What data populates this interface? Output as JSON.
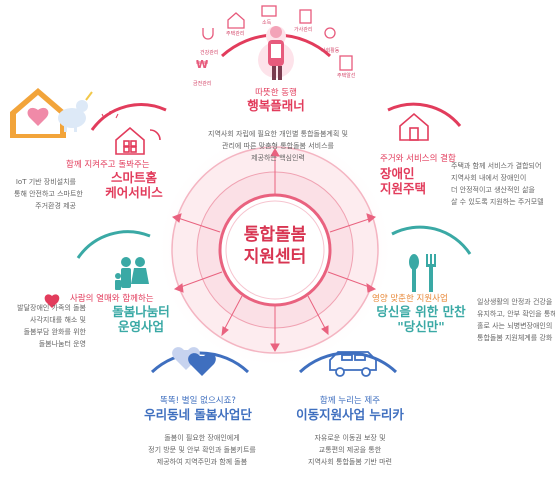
{
  "center": {
    "line1": "통합돌봄",
    "line2": "지원센터"
  },
  "sections": {
    "happiness": {
      "subtitle": "따뜻한 동행",
      "title": "행복플래너",
      "desc": [
        "지역사회 자립에 필요한 개인별 통합돌봄계획 및",
        "관리에 따른 맞춤형 통합돌봄 서비스를",
        "제공하는 핵심인력"
      ],
      "icon_labels": [
        "주택관리",
        "소득",
        "가사관리",
        "건강관리",
        "사회활동",
        "금전관리",
        "주택알선"
      ]
    },
    "smarthome": {
      "subtitle": "함께 지켜주고 돌봐주는",
      "title_line1": "스마트홈",
      "title_line2": "케어서비스",
      "desc": [
        "IoT 기반 장비설치를",
        "통해 안전하고 스마트한",
        "주거환경 제공"
      ]
    },
    "housing": {
      "subtitle": "주거와 서비스의 결합",
      "title_line1": "장애인",
      "title_line2": "지원주택",
      "desc": [
        "주택과 함께 서비스가 결합되어",
        "지역사회 내에서 장애인이",
        "더 안정적이고 생산적인 삶을",
        "살 수 있도록 지원하는 주거모델"
      ]
    },
    "farm": {
      "subtitle": "사람의 열매와 함께하는",
      "title_line1": "돌봄나눔터",
      "title_line2": "운영사업",
      "desc": [
        "발달장애인 가족의 돌봄",
        "사각지대를 해소 및",
        "돌봄부담 완화를 위한",
        "돌봄나눔터 운영"
      ]
    },
    "dangsin": {
      "subtitle": "영양 맞춘한 지원사업",
      "title_line1": "당신을 위한 만찬",
      "title_line2": "\"당신만\"",
      "desc": [
        "일상생활의 안정과 건강을",
        "유지하고, 안부 확인을 통해",
        "홀로 사는 뇌병변장애인의",
        "통합돌봄 지원체계를 강화"
      ]
    },
    "village": {
      "subtitle": "똑똑! 별일 없으시죠?",
      "title": "우리동네 돌봄사업단",
      "desc": [
        "돌봄이 필요한 장애인에게",
        "정기 방문 및 안부 확인과 돌봄키트를",
        "제공하여 지역주민과 함께 돌봄"
      ]
    },
    "mobility": {
      "subtitle": "함께 누리는 제주",
      "title": "이동지원사업 누리카",
      "desc": [
        "자유로운 이동권 보장 및",
        "교통편의 제공을 통한",
        "지역사회 통합돌봄 기반 마련"
      ]
    }
  },
  "colors": {
    "pink": "#e75a7c",
    "red": "#e23c5c",
    "teal": "#3aa9a5",
    "blue": "#3f6fbf",
    "orange": "#e8893a",
    "center_red": "#d83552"
  }
}
